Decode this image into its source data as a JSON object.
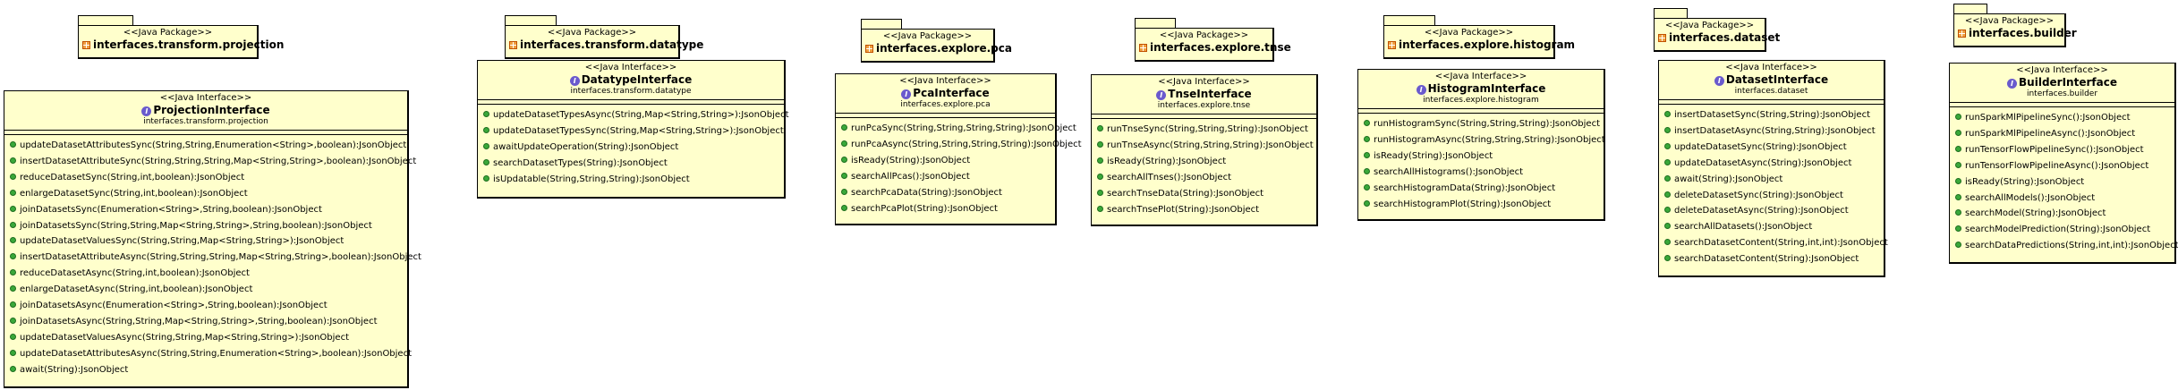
{
  "stereotypes": {
    "package": "<<Java Package>>",
    "interface": "<<Java Interface>>"
  },
  "colors": {
    "element_fill": "#ffffcc",
    "border": "#000000",
    "public_op": "#3aa83a",
    "interface_icon": "#6a5acd",
    "package_icon": "#f0a040"
  },
  "icons": {
    "package": "package-icon",
    "interface": "interface-icon",
    "operation": "public-method-icon"
  },
  "packages": [
    {
      "name": "interfaces.transform.projection"
    },
    {
      "name": "interfaces.transform.datatype"
    },
    {
      "name": "interfaces.explore.pca"
    },
    {
      "name": "interfaces.explore.tnse"
    },
    {
      "name": "interfaces.explore.histogram"
    },
    {
      "name": "interfaces.dataset"
    },
    {
      "name": "interfaces.builder"
    }
  ],
  "interfaces": [
    {
      "name": "ProjectionInterface",
      "package": "interfaces.transform.projection",
      "operations": [
        "updateDatasetAttributesSync(String,String,Enumeration<String>,boolean):JsonObject",
        "insertDatasetAttributeSync(String,String,String,Map<String,String>,boolean):JsonObject",
        "reduceDatasetSync(String,int,boolean):JsonObject",
        "enlargeDatasetSync(String,int,boolean):JsonObject",
        "joinDatasetsSync(Enumeration<String>,String,boolean):JsonObject",
        "joinDatasetsSync(String,String,Map<String,String>,String,boolean):JsonObject",
        "updateDatasetValuesSync(String,String,Map<String,String>):JsonObject",
        "insertDatasetAttributeAsync(String,String,String,Map<String,String>,boolean):JsonObject",
        "reduceDatasetAsync(String,int,boolean):JsonObject",
        "enlargeDatasetAsync(String,int,boolean):JsonObject",
        "joinDatasetsAsync(Enumeration<String>,String,boolean):JsonObject",
        "joinDatasetsAsync(String,String,Map<String,String>,String,boolean):JsonObject",
        "updateDatasetValuesAsync(String,String,Map<String,String>):JsonObject",
        "updateDatasetAttributesAsync(String,String,Enumeration<String>,boolean):JsonObject",
        "await(String):JsonObject"
      ]
    },
    {
      "name": "DatatypeInterface",
      "package": "interfaces.transform.datatype",
      "operations": [
        "updateDatasetTypesAsync(String,Map<String,String>):JsonObject",
        "updateDatasetTypesSync(String,Map<String,String>):JsonObject",
        "awaitUpdateOperation(String):JsonObject",
        "searchDatasetTypes(String):JsonObject",
        "isUpdatable(String,String,String):JsonObject"
      ]
    },
    {
      "name": "PcaInterface",
      "package": "interfaces.explore.pca",
      "operations": [
        "runPcaSync(String,String,String,String):JsonObject",
        "runPcaAsync(String,String,String,String):JsonObject",
        "isReady(String):JsonObject",
        "searchAllPcas():JsonObject",
        "searchPcaData(String):JsonObject",
        "searchPcaPlot(String):JsonObject"
      ]
    },
    {
      "name": "TnseInterface",
      "package": "interfaces.explore.tnse",
      "operations": [
        "runTnseSync(String,String,String):JsonObject",
        "runTnseAsync(String,String,String):JsonObject",
        "isReady(String):JsonObject",
        "searchAllTnses():JsonObject",
        "searchTnseData(String):JsonObject",
        "searchTnsePlot(String):JsonObject"
      ]
    },
    {
      "name": "HistogramInterface",
      "package": "interfaces.explore.histogram",
      "operations": [
        "runHistogramSync(String,String,String):JsonObject",
        "runHistogramAsync(String,String,String):JsonObject",
        "isReady(String):JsonObject",
        "searchAllHistograms():JsonObject",
        "searchHistogramData(String):JsonObject",
        "searchHistogramPlot(String):JsonObject"
      ]
    },
    {
      "name": "DatasetInterface",
      "package": "interfaces.dataset",
      "operations": [
        "insertDatasetSync(String,String):JsonObject",
        "insertDatasetAsync(String,String):JsonObject",
        "updateDatasetSync(String):JsonObject",
        "updateDatasetAsync(String):JsonObject",
        "await(String):JsonObject",
        "deleteDatasetSync(String):JsonObject",
        "deleteDatasetAsync(String):JsonObject",
        "searchAllDatasets():JsonObject",
        "searchDatasetContent(String,int,int):JsonObject",
        "searchDatasetContent(String):JsonObject"
      ]
    },
    {
      "name": "BuilderInterface",
      "package": "interfaces.builder",
      "operations": [
        "runSparkMlPipelineSync():JsonObject",
        "runSparkMlPipelineAsync():JsonObject",
        "runTensorFlowPipelineSync():JsonObject",
        "runTensorFlowPipelineAsync():JsonObject",
        "isReady(String):JsonObject",
        "searchAllModels():JsonObject",
        "searchModel(String):JsonObject",
        "searchModelPrediction(String):JsonObject",
        "searchDataPredictions(String,int,int):JsonObject"
      ]
    }
  ]
}
